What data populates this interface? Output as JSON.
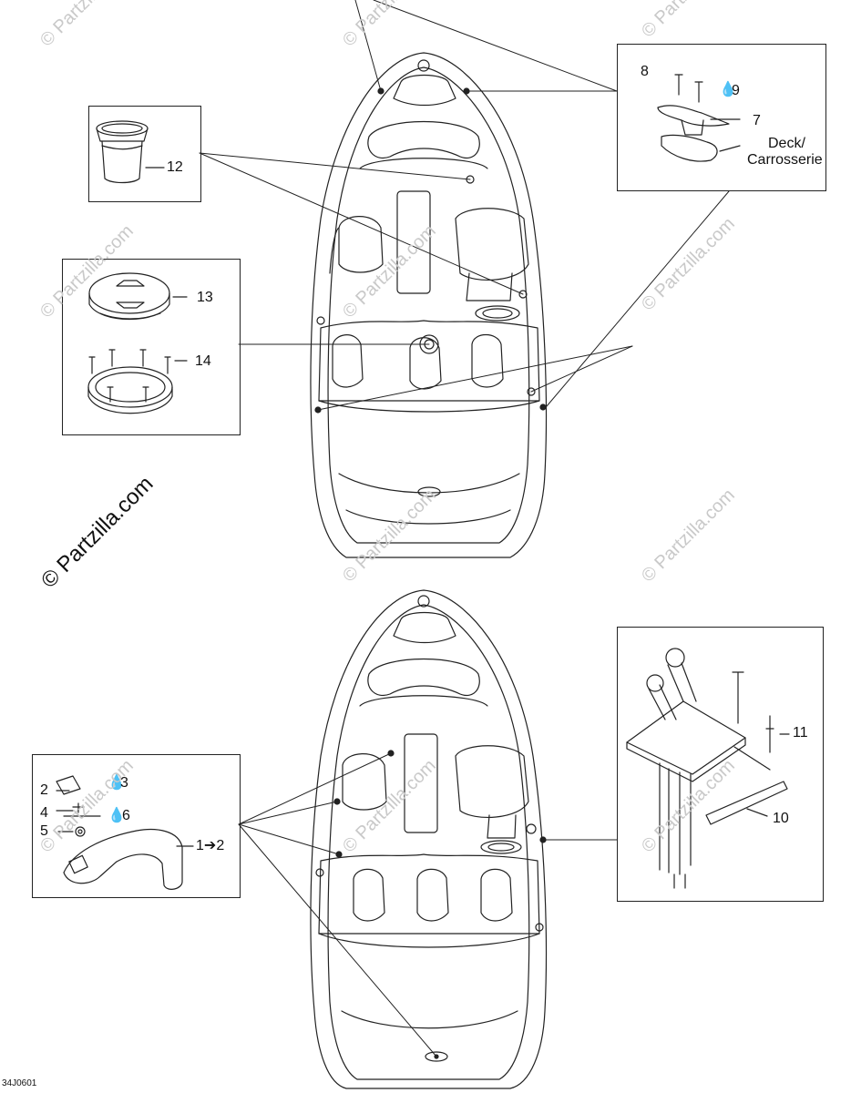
{
  "watermark": {
    "text": "© Partzilla.com",
    "main_text": "© Partzilla.com"
  },
  "callouts": {
    "c1": "1",
    "c1_arrow": "➔",
    "c1_to": "2",
    "c2": "2",
    "c3": "3",
    "c4": "4",
    "c5": "5",
    "c6": "6",
    "c7": "7",
    "c8": "8",
    "c9": "9",
    "c10": "10",
    "c11": "11",
    "c12": "12",
    "c13": "13",
    "c14": "14"
  },
  "deck_label": {
    "line1": "Deck/",
    "line2": "Carrosserie"
  },
  "sealant_icon": "drop-icon",
  "diagram_code": "34J0601"
}
